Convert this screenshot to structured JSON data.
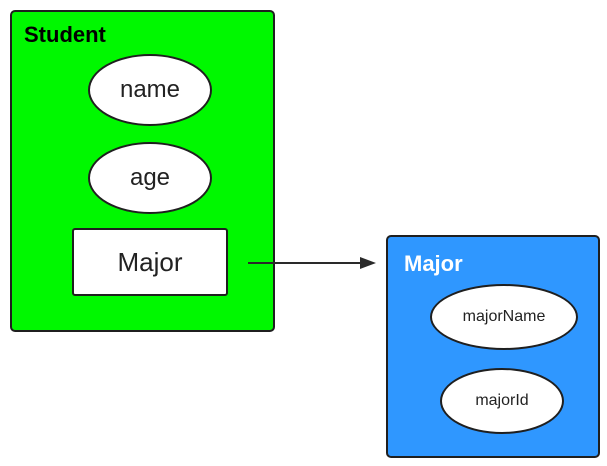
{
  "student": {
    "title": "Student",
    "fields": [
      "name",
      "age"
    ],
    "reference_field": "Major",
    "background_color": "#00f800"
  },
  "major": {
    "title": "Major",
    "fields": [
      "majorName",
      "majorId"
    ],
    "background_color": "#2f97ff"
  },
  "connector": {
    "from": "Major",
    "to": "Major",
    "style": "arrow"
  }
}
